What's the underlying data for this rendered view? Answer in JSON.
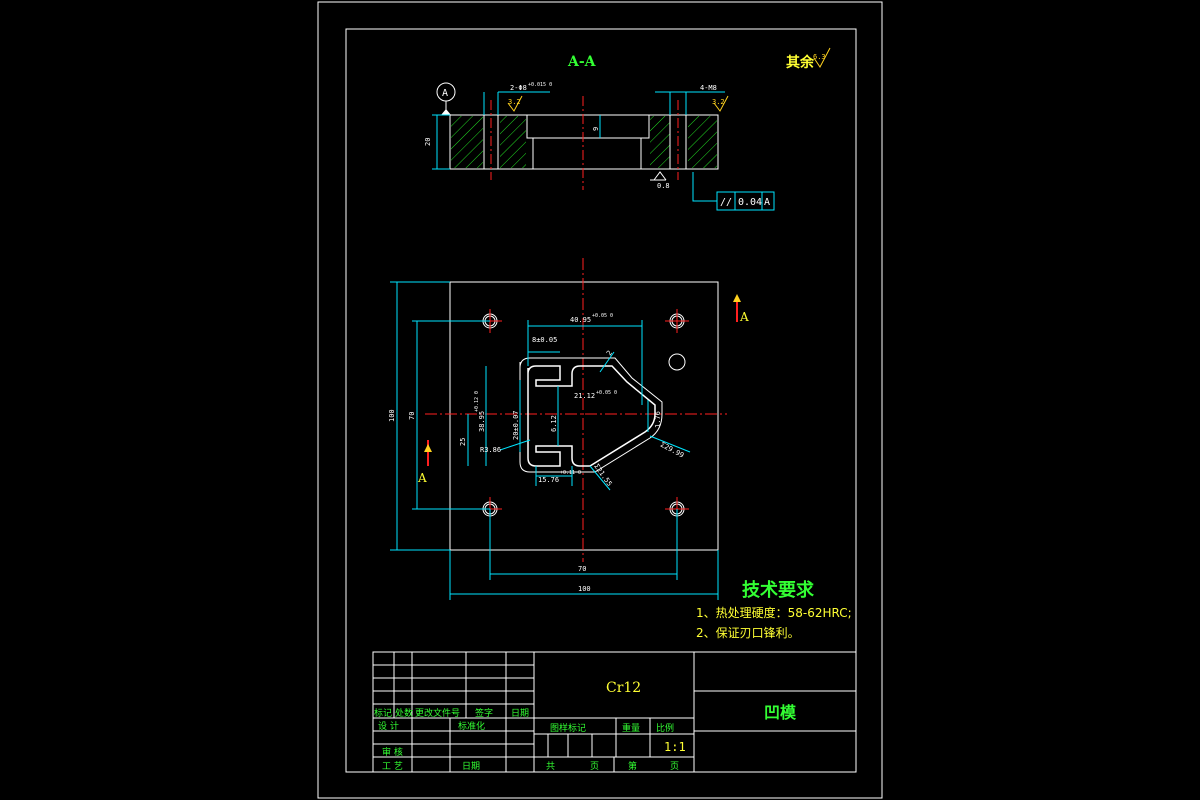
{
  "section_view": {
    "label": "A-A",
    "datum_letter": "A",
    "dim_left_top": "2-Φ8",
    "dim_left_top_tol": "+0.015 0",
    "dim_right_top": "4-M8",
    "roughness_left": "3.2",
    "roughness_right": "3.2",
    "roughness_bottom": "0.8",
    "dim_height": "20",
    "dim_step": "9",
    "tolerance_frame": {
      "symbol": "//",
      "value": "0.04",
      "datum": "A"
    }
  },
  "roughness_other": {
    "label": "其余",
    "value": "6.3"
  },
  "plan_view": {
    "cut_marker": "A",
    "dims": {
      "width_top": "40.95",
      "width_top_tol": "+0.05 0",
      "slot_width": "8±0.05",
      "radius": "2",
      "dim_21": "21.12",
      "dim_21_tol": "+0.05 0",
      "dim_6": "6.12",
      "dim_1": "1.76",
      "dim_angle": "Σ29.99",
      "dim_20": "20±0.07",
      "dim_38": "38.95",
      "dim_38_tol": "+0.12 0",
      "dim_25": "25",
      "dim_r": "R3.86",
      "dim_15": "15.76",
      "dim_15_tol": "+0.11 0",
      "dim_diag": "Σ21.55",
      "dim_70_v": "70",
      "dim_100_v": "100",
      "dim_70_h": "70",
      "dim_100_h": "100"
    }
  },
  "tech_requirements": {
    "title": "技术要求",
    "items": [
      "1、热处理硬度：58-62HRC;",
      "2、保证刃口锋利。"
    ]
  },
  "title_block": {
    "material": "Cr12",
    "part_name": "凹模",
    "row_labels": [
      "标记",
      "处数",
      "更改文件号",
      "签字",
      "日期"
    ],
    "design": "设 计",
    "standard": "标准化",
    "review": "审 核",
    "process": "工 艺",
    "date": "日期",
    "stage": "图样标记",
    "weight": "重量",
    "scale_label": "比例",
    "scale_value": "1:1",
    "total": "共",
    "page": "页",
    "sheet": "第",
    "page2": "页"
  },
  "colors": {
    "frame": "#ffffff",
    "outline": "#ffffff",
    "dimension": "#00e5ff",
    "centerline": "#ff2020",
    "hatch": "#22dd22",
    "text_green": "#33ff33",
    "text_yellow": "#ffff33",
    "roughness": "#ffd21f"
  }
}
